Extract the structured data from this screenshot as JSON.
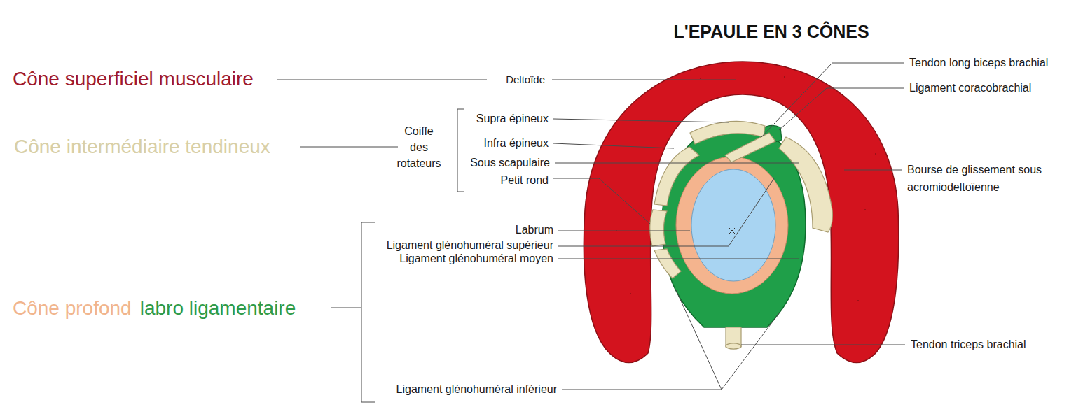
{
  "diagram": {
    "title": "L'EPAULE EN 3 CÔNES",
    "labels": [
      "Cône superficiel musculaire",
      "Cône intermédiaire tendineux",
      "Cône profond",
      "labro ligamentaire",
      "Coiffe des rotateurs",
      "Deltoïde",
      "Supra épineux",
      "Infra épineux",
      "Sous scapulaire",
      "Petit rond",
      "Labrum",
      "Ligament glénohuméral supérieur",
      "Ligament glénohuméral moyen",
      "Ligament glénohuméral inférieur",
      "Tendon long biceps brachial",
      "Ligament coracobrachial",
      "Bourse de glissement sous acromiodeltoïenne",
      "Tendon triceps brachial"
    ]
  }
}
